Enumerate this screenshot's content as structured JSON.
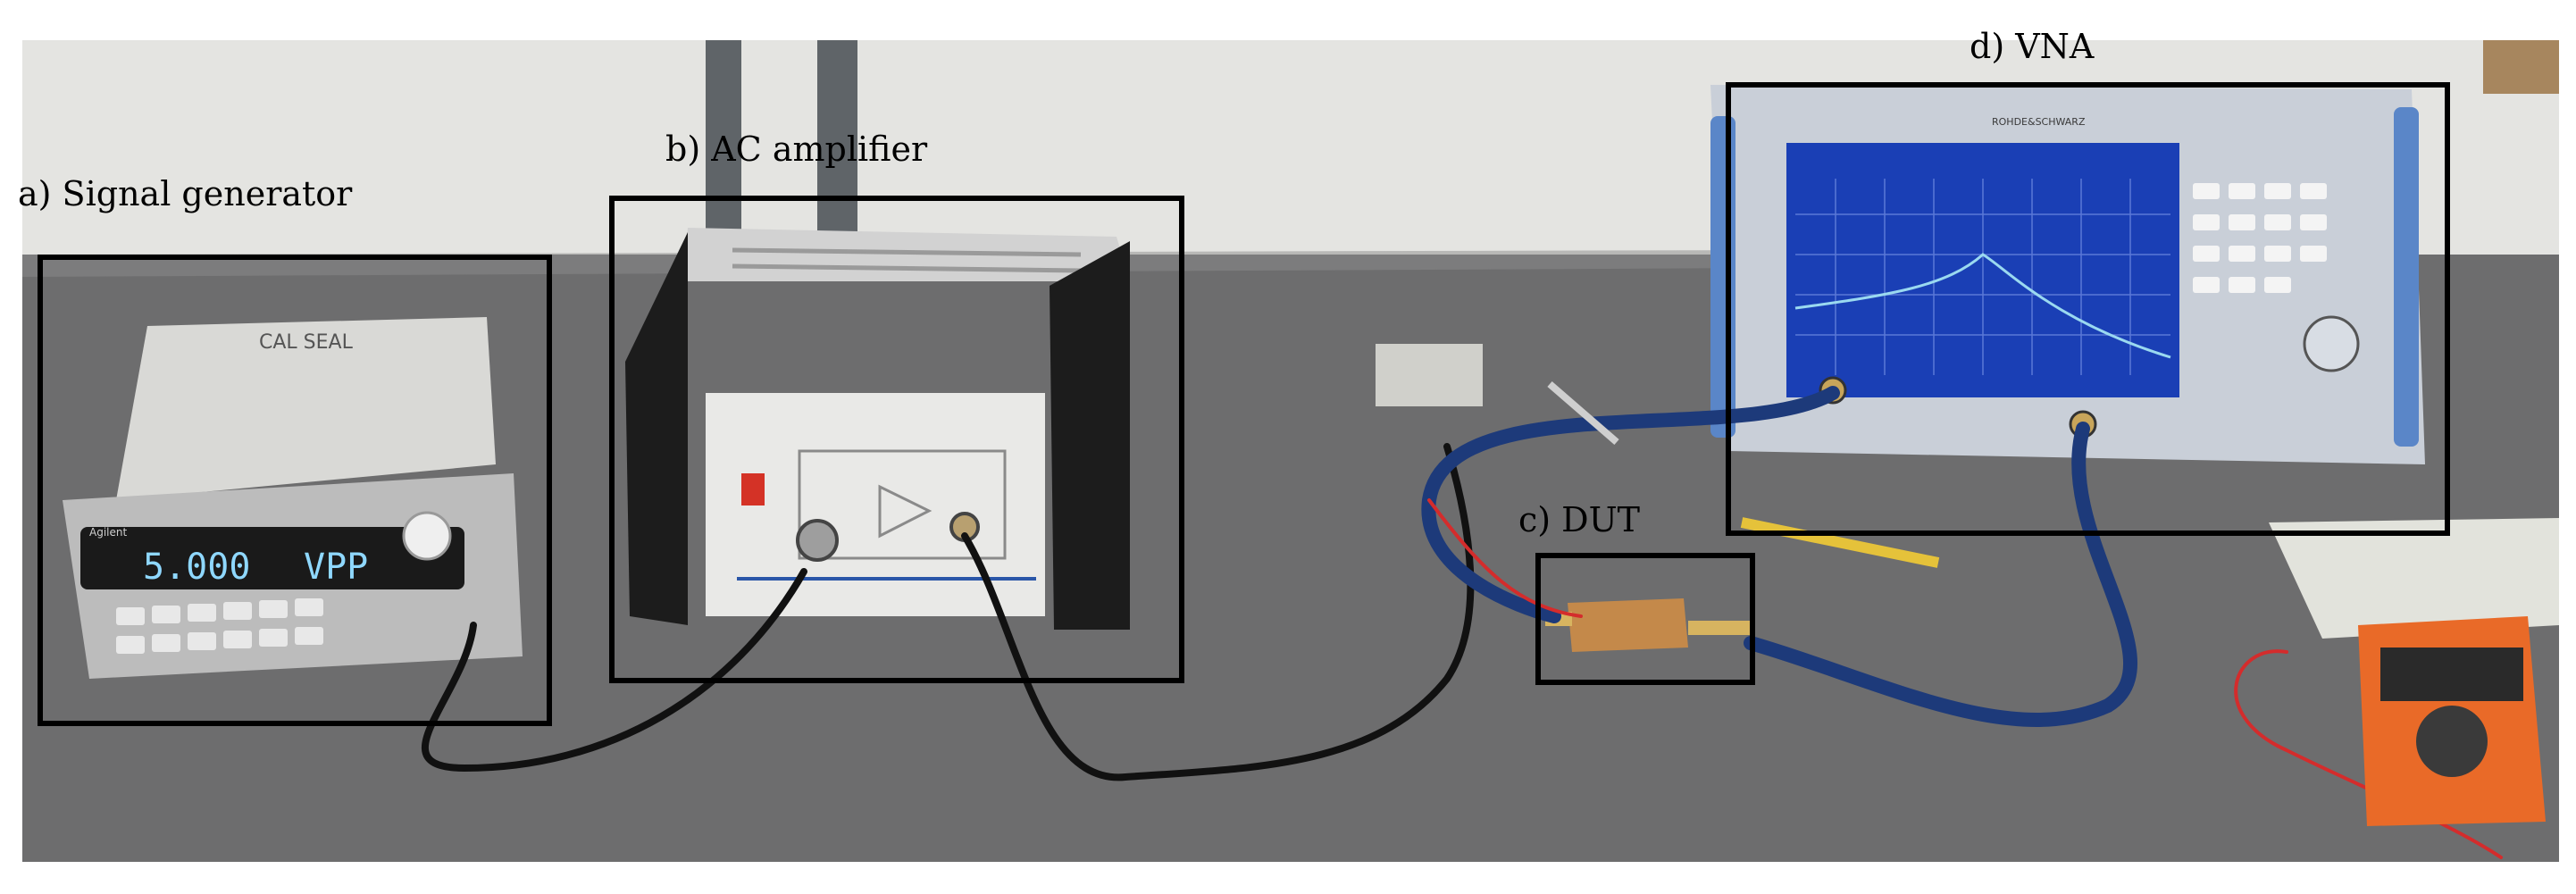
{
  "labels": {
    "signal_generator": "a) Signal generator",
    "ac_amplifier": "b) AC amplifier",
    "dut": "c) DUT",
    "vna": "d) VNA"
  },
  "signal_generator_display": {
    "value": "5.000",
    "unit": "VPP"
  },
  "generator_note": "CAL SEAL",
  "brand_text": {
    "generator": "Agilent",
    "vna": "ROHDE&SCHWARZ"
  },
  "colors": {
    "background": "#ffffff",
    "wall": "#e7e7e4",
    "table": "#6d6d6e",
    "label_box": "#000000",
    "vna_screen": "#1a3fb5",
    "vna_trace": "#9ad9f0",
    "cable_blue": "#1d3a7a",
    "multimeter_orange": "#e96a28"
  }
}
